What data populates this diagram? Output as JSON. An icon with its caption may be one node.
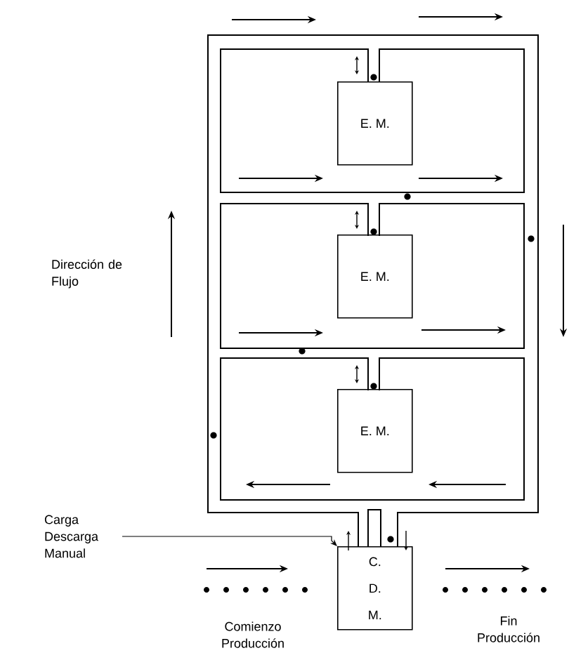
{
  "diagram": {
    "nodes": [
      {
        "text": [
          "E. M."
        ]
      },
      {
        "text": [
          "E. M."
        ]
      },
      {
        "text": [
          "E. M."
        ]
      },
      {
        "text": [
          "C. D. M."
        ]
      },
      {
        "text": [
          "Carga Descarga Manual"
        ]
      }
    ],
    "edges": [
      {
        "from": 4,
        "to": 3,
        "arrow": "to"
      }
    ],
    "labels": [
      "Dirección de Flujo",
      "Comienzo Producción",
      "Fin Producción"
    ]
  }
}
